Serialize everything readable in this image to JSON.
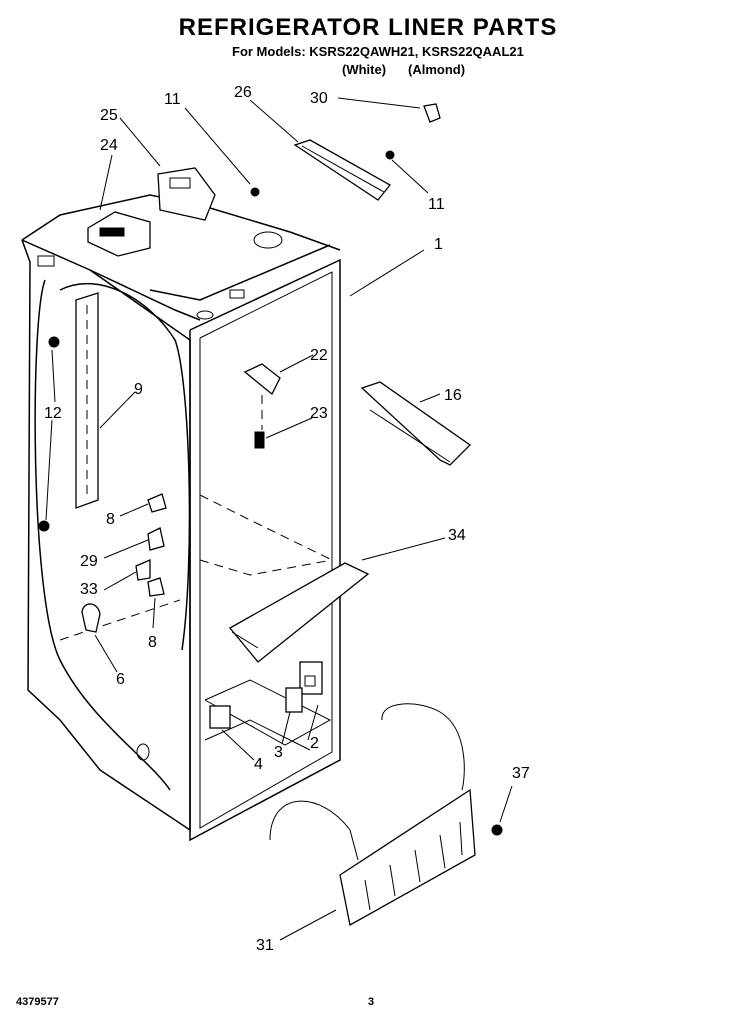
{
  "header": {
    "title": "REFRIGERATOR LINER PARTS",
    "models": "For Models: KSRS22QAWH21, KSRS22QAAL21",
    "variant_white": "(White)",
    "variant_almond": "(Almond)"
  },
  "callouts": [
    "1",
    "2",
    "3",
    "4",
    "6",
    "8",
    "8",
    "9",
    "11",
    "11",
    "12",
    "16",
    "22",
    "23",
    "24",
    "25",
    "26",
    "29",
    "30",
    "31",
    "33",
    "34",
    "37"
  ],
  "footer": {
    "doc_number": "4379577",
    "page": "3"
  }
}
